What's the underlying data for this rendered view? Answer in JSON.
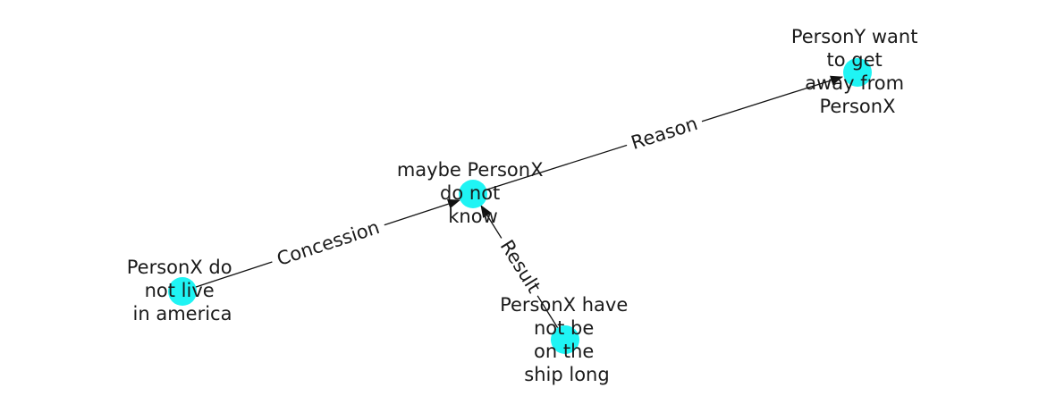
{
  "colors": {
    "node_fill": "#1ff4f4",
    "edge": "#111111",
    "text": "#1a1a1a",
    "background": "#ffffff"
  },
  "nodes": [
    {
      "id": "n_maybe",
      "lines": [
        "maybe PersonX",
        "do not",
        "know"
      ]
    },
    {
      "id": "n_live",
      "lines": [
        "PersonX do",
        "not live",
        "in america"
      ]
    },
    {
      "id": "n_want",
      "lines": [
        "PersonY want",
        "to get",
        "away from",
        "PersonX"
      ]
    },
    {
      "id": "n_ship",
      "lines": [
        "PersonX have",
        "not be",
        "on the",
        "ship long"
      ]
    }
  ],
  "edges": [
    {
      "id": "e_concession",
      "source": "n_live",
      "target": "n_maybe",
      "label": "Concession"
    },
    {
      "id": "e_reason",
      "source": "n_maybe",
      "target": "n_want",
      "label": "Reason"
    },
    {
      "id": "e_result",
      "source": "n_ship",
      "target": "n_maybe",
      "label": "Result"
    }
  ]
}
